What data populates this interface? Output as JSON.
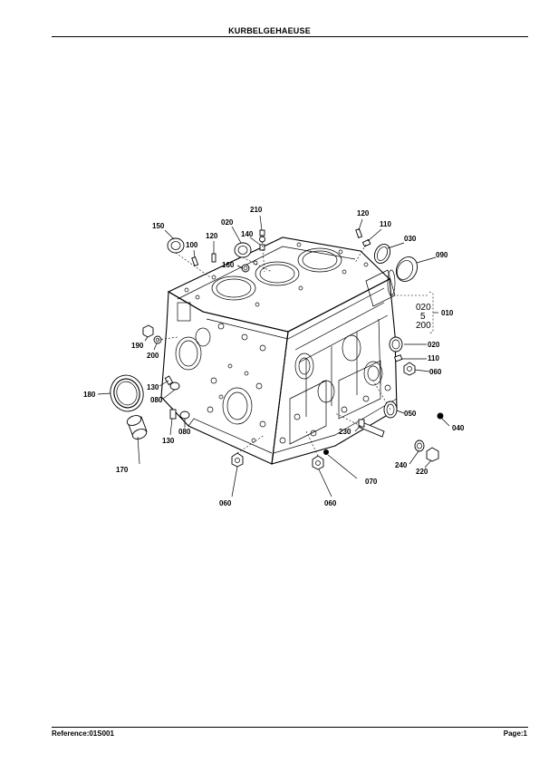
{
  "header": {
    "title": "KURBELGEHAEUSE"
  },
  "footer": {
    "reference": "Reference:01S001",
    "page": "Page:1"
  },
  "diagram": {
    "callouts": {
      "c210": "210",
      "c120a": "120",
      "c110a": "110",
      "c150": "150",
      "c020a": "020",
      "c140": "140",
      "c120b": "120",
      "c100": "100",
      "c030": "030",
      "c090": "090",
      "c160": "160",
      "c010": "010",
      "c190": "190",
      "c200": "200",
      "c020b": "020",
      "c110b": "110",
      "c060a": "060",
      "c180": "180",
      "c130a": "130",
      "c080a": "080",
      "c050": "050",
      "c040": "040",
      "c130b": "130",
      "c080b": "080",
      "c230": "230",
      "c170": "170",
      "c240": "240",
      "c220": "220",
      "c070": "070",
      "c060b": "060",
      "c060c": "060"
    },
    "bracket_note": {
      "top": "020",
      "mid": "5",
      "bottom": "200"
    }
  }
}
